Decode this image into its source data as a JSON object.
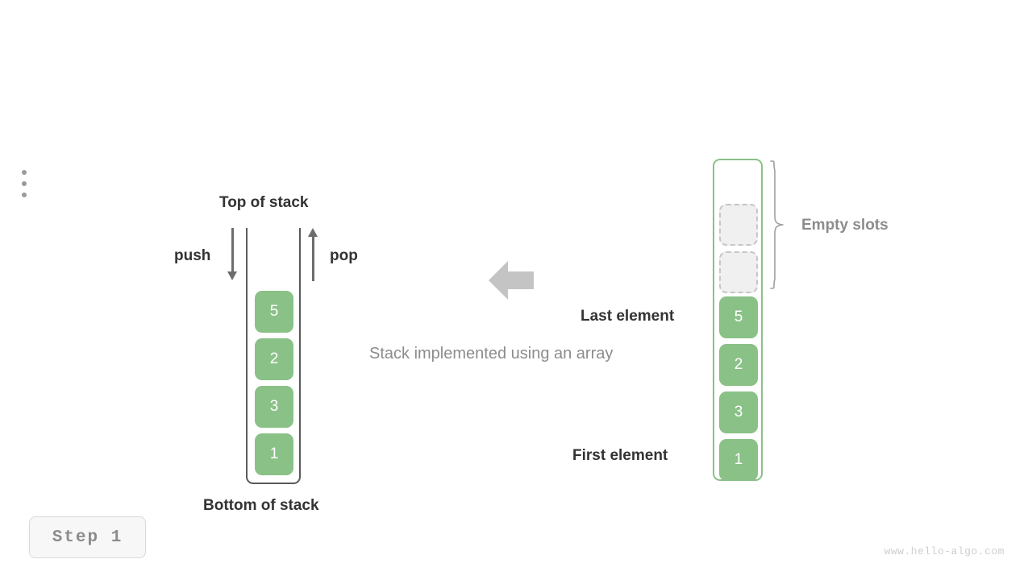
{
  "diagram": {
    "caption": "Stack implemented using an array",
    "transform_arrow_direction": "left",
    "colors": {
      "element_green": "#8ac187",
      "container_outline": "#5a5a5a",
      "array_outline": "#8ac187",
      "empty_slot_fill": "#f0f0f0",
      "empty_slot_border": "#c6c6c6",
      "label_dark": "#333333",
      "label_gray": "#8c8c8c",
      "arrow_gray": "#6d6d6d",
      "transform_arrow_gray": "#c4c4c4"
    }
  },
  "left_stack": {
    "top_label": "Top of stack",
    "bottom_label": "Bottom of stack",
    "push_label": "push",
    "pop_label": "pop",
    "elements": [
      {
        "value": "5"
      },
      {
        "value": "2"
      },
      {
        "value": "3"
      },
      {
        "value": "1"
      }
    ]
  },
  "right_array": {
    "ellipsis_icon": "vertical-ellipsis-icon",
    "empty_slots_label": "Empty slots",
    "last_element_label": "Last element",
    "first_element_label": "First element",
    "empty_slot_count": "2",
    "elements": [
      {
        "value": "5"
      },
      {
        "value": "2"
      },
      {
        "value": "3"
      },
      {
        "value": "1"
      }
    ]
  },
  "footer": {
    "step_label": "Step 1",
    "watermark": "www.hello-algo.com"
  }
}
